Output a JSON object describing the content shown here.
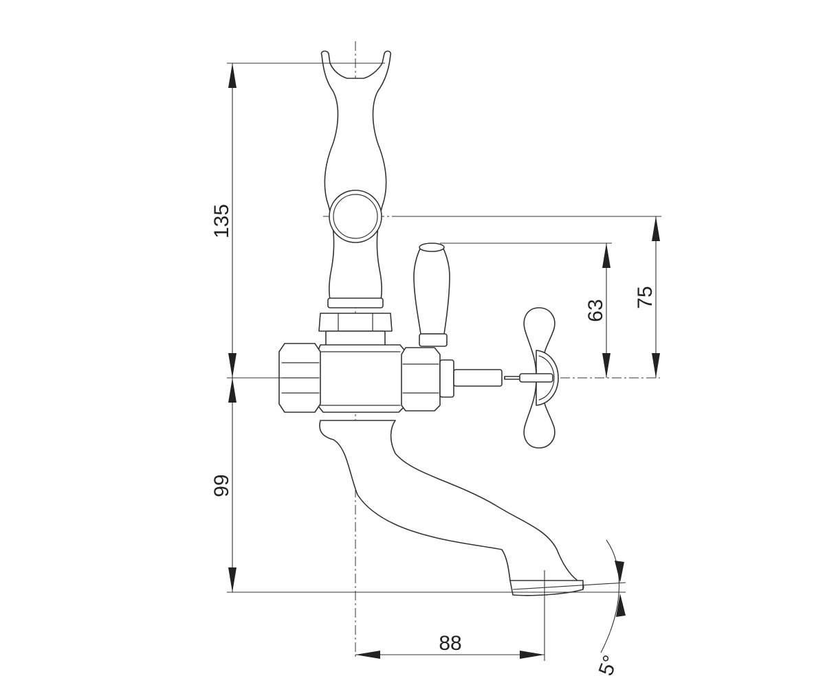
{
  "dimensions": {
    "upper_height": "135",
    "lower_height": "99",
    "lever_height": "63",
    "holder_height": "75",
    "spout_reach": "88",
    "spout_angle": "5°"
  },
  "colors": {
    "line": "#333333",
    "background": "#ffffff"
  }
}
